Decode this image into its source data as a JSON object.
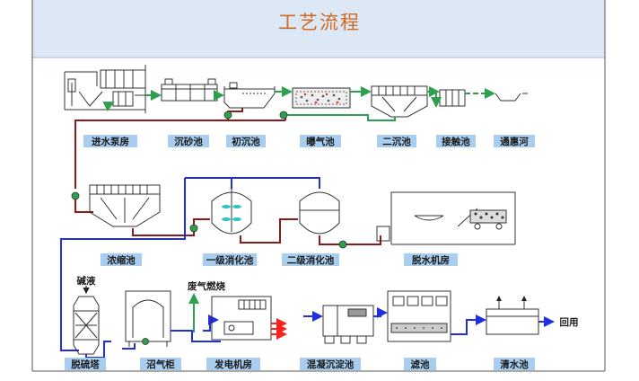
{
  "title": "工艺流程",
  "colors": {
    "header_bg": "#dde8f6",
    "title_color": "#d2691e",
    "label_bg": "#a9cdee",
    "line_green": "#2e9e4f",
    "line_darkred": "#8b1a1a",
    "line_blue": "#1f2fe0",
    "line_red": "#ff2020"
  },
  "labels": {
    "inlet_pump_room": "进水泵房",
    "grit_chamber": "沉砂池",
    "primary_clarifier": "初沉池",
    "aeration_tank": "曝气池",
    "secondary_clarifier": "二沉池",
    "contact_tank": "接触池",
    "tonghui_river": "通惠河",
    "thickener": "浓缩池",
    "primary_digester": "一级消化池",
    "secondary_digester": "二级消化池",
    "dewatering_room": "脱水机房",
    "alkali_liquor": "碱液",
    "waste_gas_burning": "废气燃烧",
    "desulfurization_tower": "脱硫塔",
    "gas_holder": "沼气柜",
    "generator_room": "发电机房",
    "coagulation_sedimentation": "混凝沉淀池",
    "filter_tank": "滤池",
    "clear_water_tank": "清水池",
    "reuse": "回用"
  }
}
